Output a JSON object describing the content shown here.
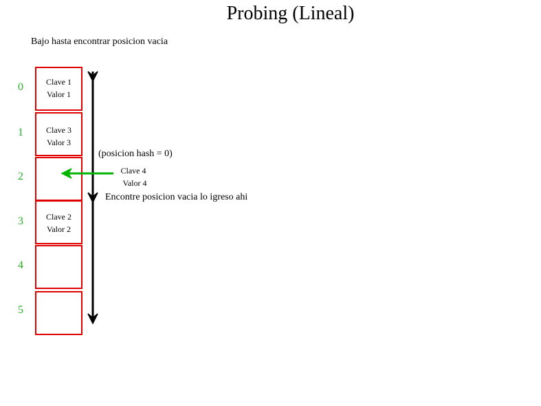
{
  "title": "Probing (Lineal)",
  "subtitle": "Bajo hasta encontrar posicion vacia",
  "slots": [
    {
      "index": "0",
      "key": "Clave 1",
      "value": "Valor 1"
    },
    {
      "index": "1",
      "key": "Clave 3",
      "value": "Valor 3"
    },
    {
      "index": "2",
      "key": "",
      "value": ""
    },
    {
      "index": "3",
      "key": "Clave 2",
      "value": "Valor 2"
    },
    {
      "index": "4",
      "key": "",
      "value": ""
    },
    {
      "index": "5",
      "key": "",
      "value": ""
    }
  ],
  "hash_note": "(posicion hash = 0)",
  "new_item": {
    "key": "Clave 4",
    "value": "Valor 4"
  },
  "found_note": "Encontre posicion vacia lo igreso ahi",
  "colors": {
    "slot_border": "#e00000",
    "index": "#22b222",
    "insert_arrow": "#00b400",
    "probe_arrow": "#000000"
  }
}
